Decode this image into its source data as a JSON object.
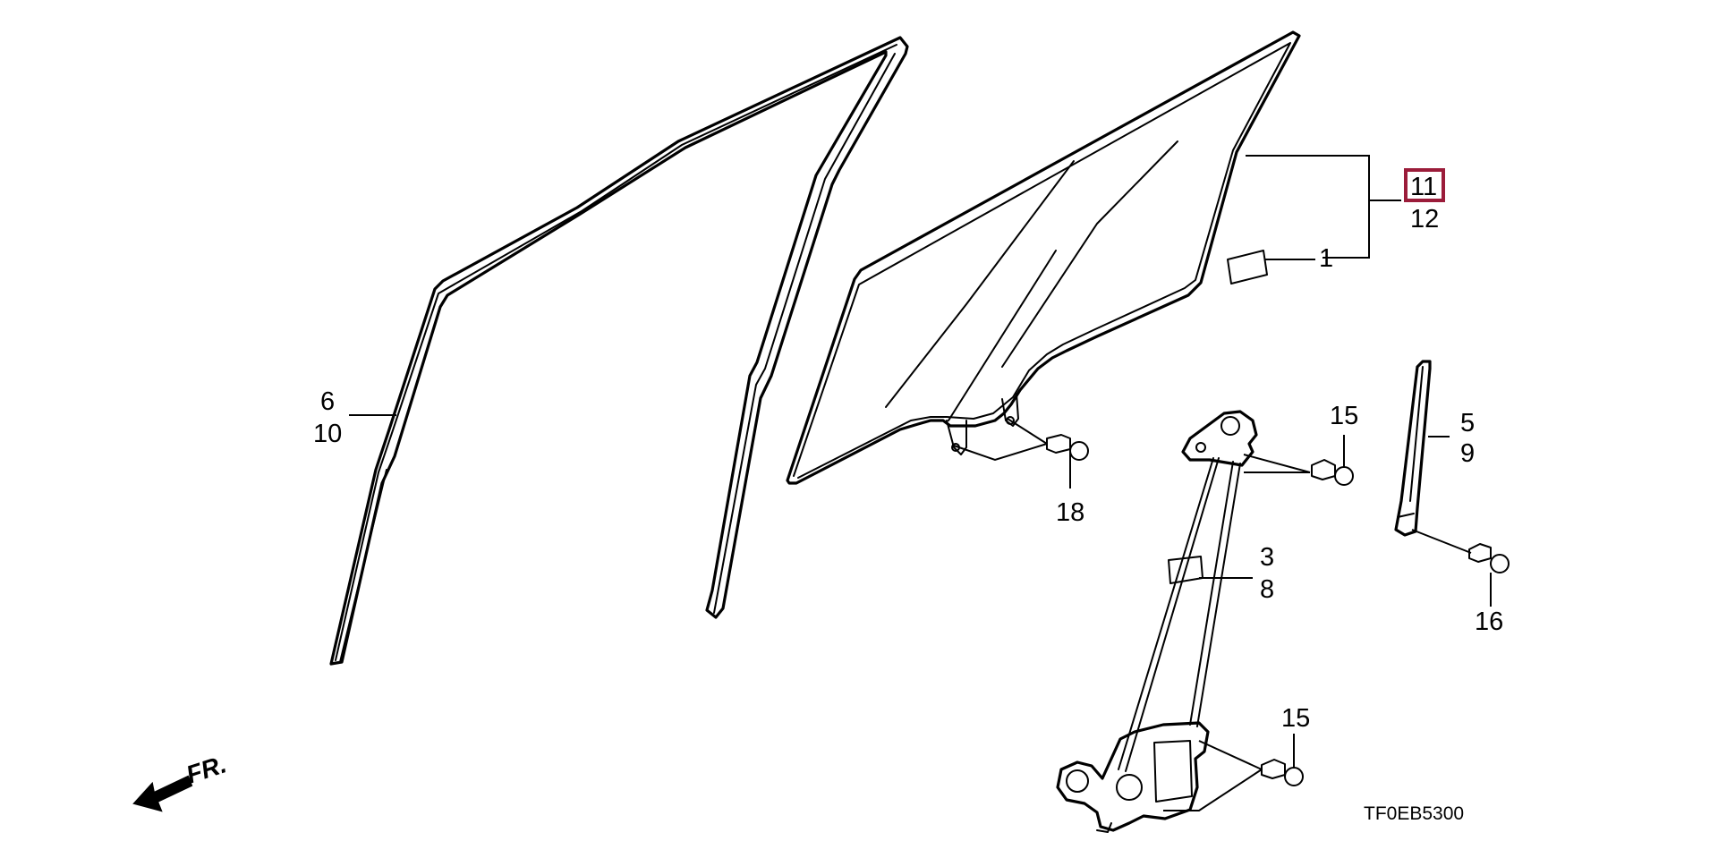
{
  "diagram": {
    "drawing_code": "TF0EB5300",
    "direction_label": "FR.",
    "callouts": [
      {
        "id": "11",
        "label": "11",
        "highlighted": true
      },
      {
        "id": "12",
        "label": "12"
      },
      {
        "id": "1",
        "label": "1"
      },
      {
        "id": "6",
        "label": "6"
      },
      {
        "id": "10",
        "label": "10"
      },
      {
        "id": "5",
        "label": "5"
      },
      {
        "id": "9",
        "label": "9"
      },
      {
        "id": "15a",
        "label": "15"
      },
      {
        "id": "18",
        "label": "18"
      },
      {
        "id": "3",
        "label": "3"
      },
      {
        "id": "8",
        "label": "8"
      },
      {
        "id": "16",
        "label": "16"
      },
      {
        "id": "15b",
        "label": "15"
      }
    ],
    "highlight_color": "#9b1c3a"
  }
}
